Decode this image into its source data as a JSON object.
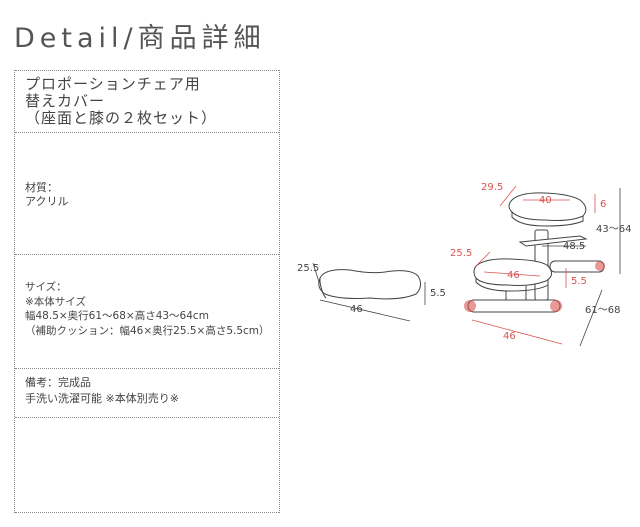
{
  "page": {
    "title": "Detail/商品詳細"
  },
  "spec": {
    "product_name": [
      "プロポーションチェア用",
      "替えカバー",
      "（座面と膝の２枚セット）"
    ],
    "material": [
      "材質：",
      "アクリル"
    ],
    "size": [
      "サイズ：",
      "※本体サイズ",
      "幅48.5×奥行61〜68×高さ43〜64cm",
      "（補助クッション：幅46×奥行25.5×高さ5.5cm）"
    ],
    "note": [
      "備考：完成品",
      "手洗い洗濯可能 ※本体別売り※"
    ]
  },
  "figure": {
    "cushion_depth": "25.5",
    "cushion_width": "46",
    "cushion_height": "5.5",
    "seat_depth": "29.5",
    "seat_width": "40",
    "seat_thickness": "6",
    "chair_width": "48.5",
    "knee_depth": "25.5",
    "knee_width": "46",
    "knee_height": "5.5",
    "base_width": "46",
    "chair_height": "43〜64",
    "chair_depth": "61〜68",
    "accent_red": "#d9534f",
    "line_color": "#444444"
  }
}
